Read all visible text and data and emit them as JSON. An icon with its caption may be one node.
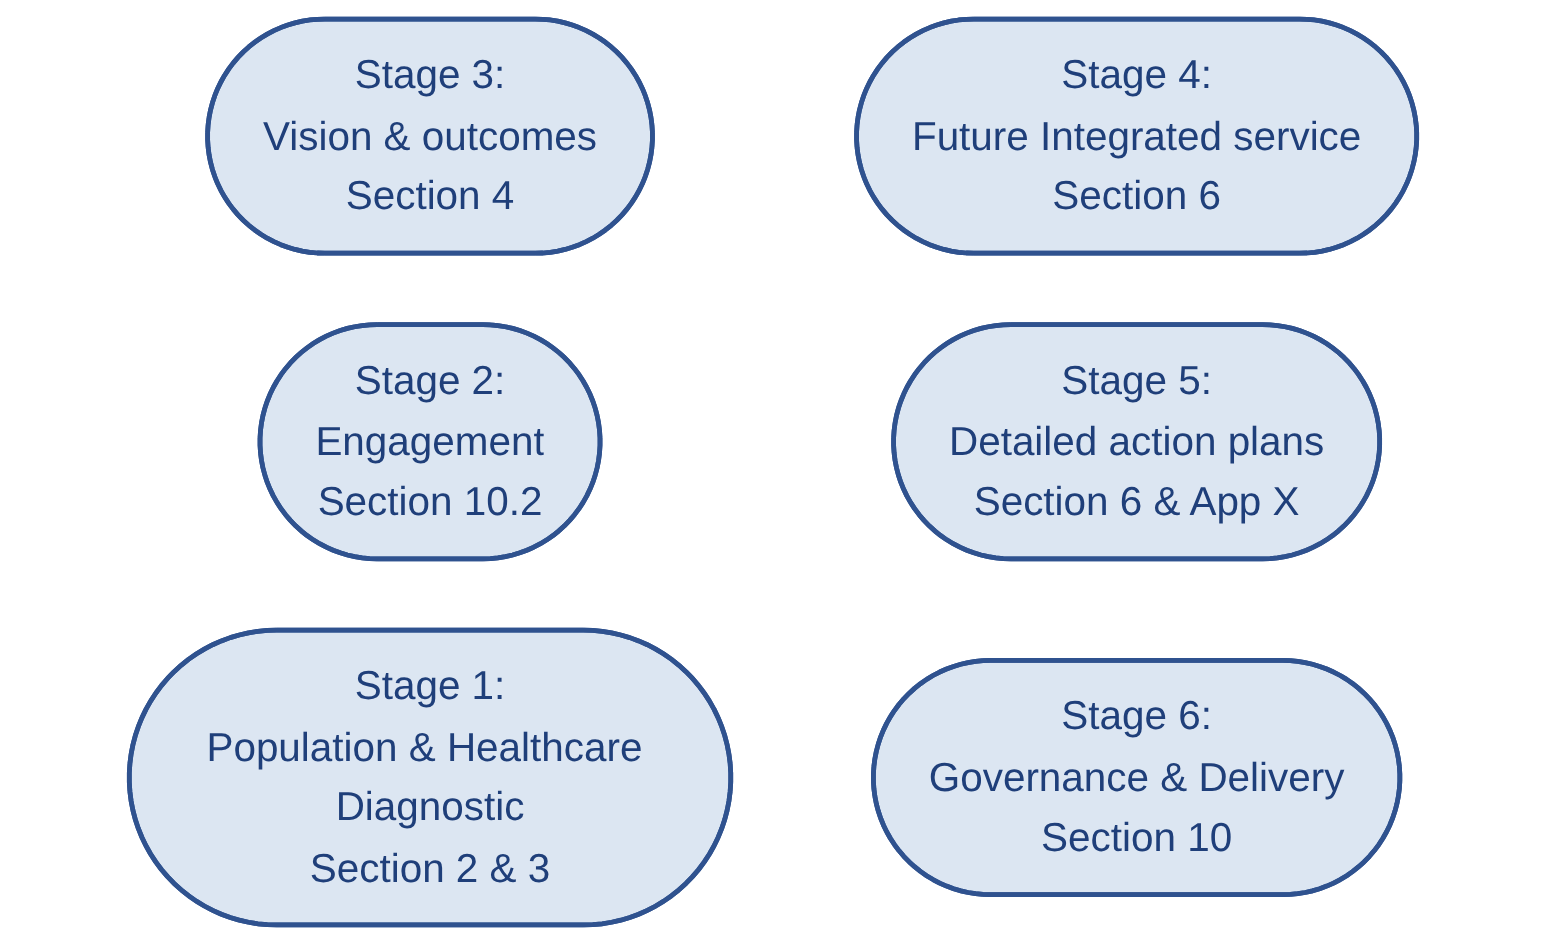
{
  "diagram": {
    "nodes": [
      {
        "text": [
          "Stage 3:",
          "Vision & outcomes",
          "Section 4"
        ]
      },
      {
        "text": [
          "Stage 4:",
          "Future Integrated service",
          "Section 6"
        ]
      },
      {
        "text": [
          "Stage 2:",
          "Engagement",
          "Section 10.2"
        ]
      },
      {
        "text": [
          "Stage 5:",
          "Detailed action plans",
          "Section 6 & App X"
        ]
      },
      {
        "text": [
          "Stage 1:",
          "Population & Healthcare Diagnostic",
          "Section 2 & 3"
        ]
      },
      {
        "text": [
          "Stage 6:",
          "Governance & Delivery",
          "Section 10"
        ]
      }
    ],
    "edges": []
  }
}
